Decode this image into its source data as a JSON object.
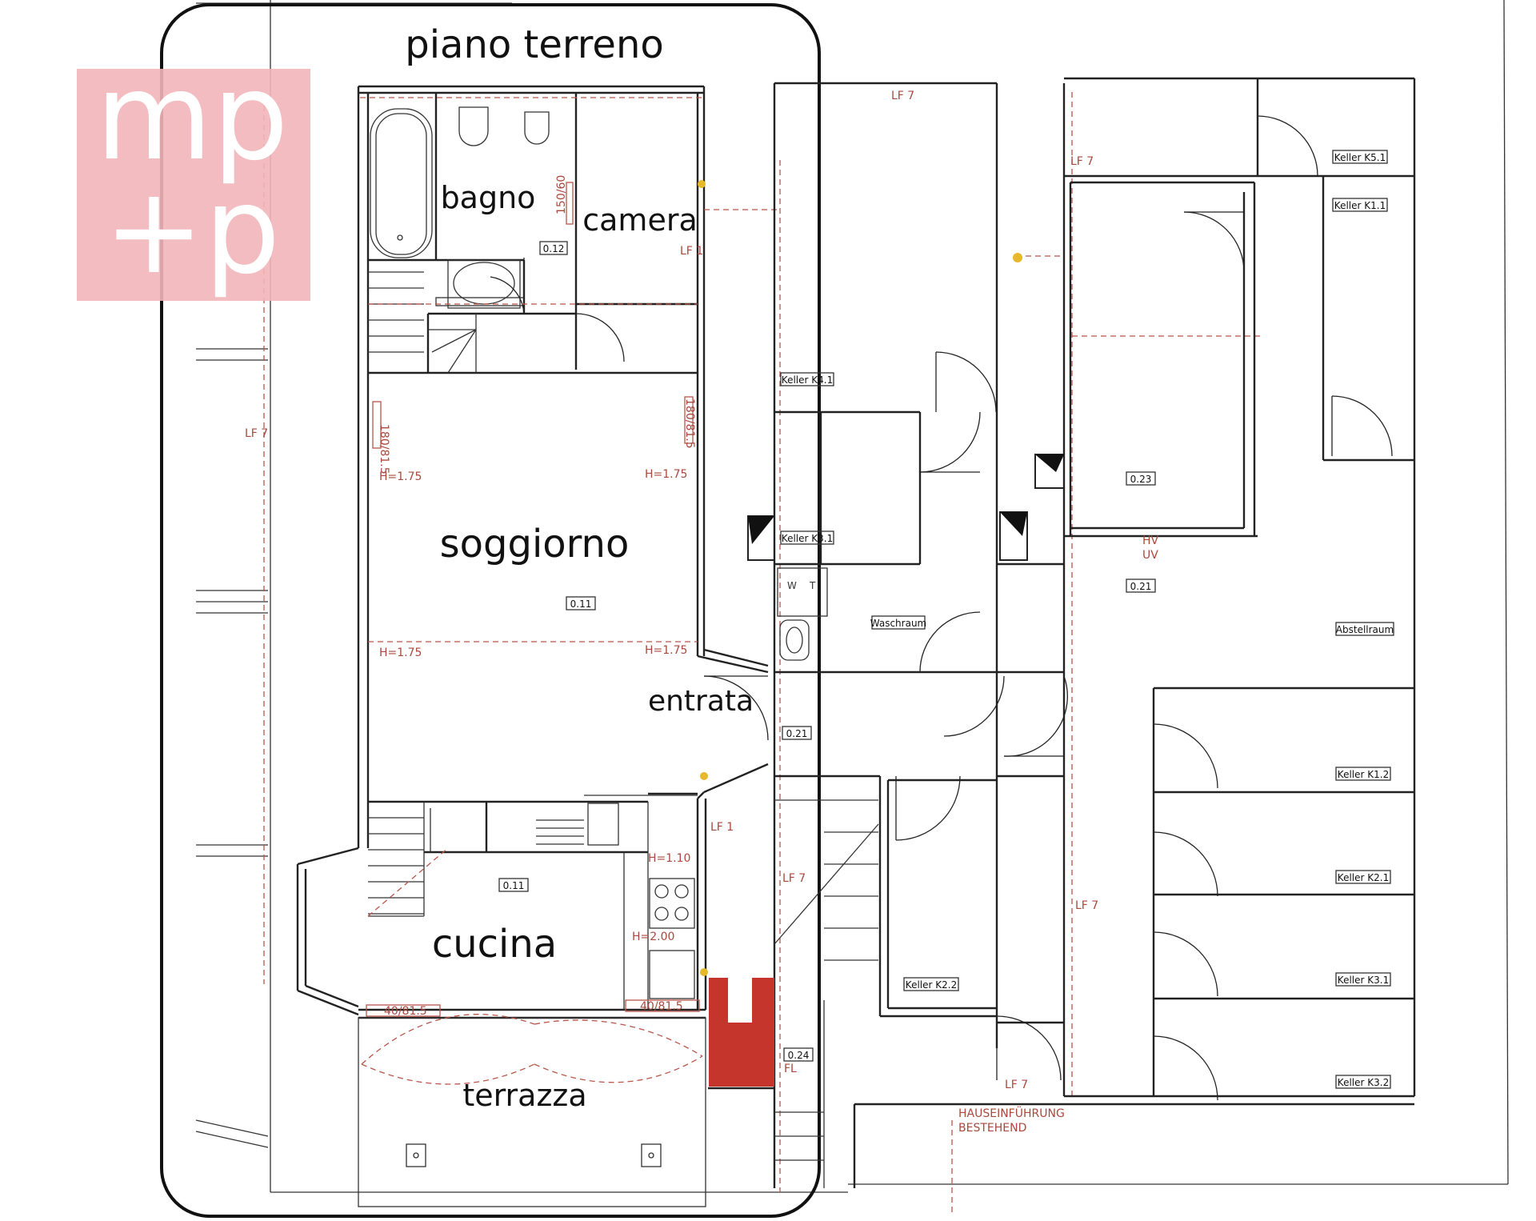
{
  "title": "piano terreno",
  "logo": {
    "text_top": "mp",
    "text_bottom": "+p",
    "color": "#f2b5b9"
  },
  "rooms": {
    "bagno": "bagno",
    "camera": "camera",
    "soggiorno": "soggiorno",
    "entrata": "entrata",
    "cucina": "cucina",
    "terrazza": "terrazza"
  },
  "room_numbers": {
    "bagno": "0.12",
    "soggiorno": "0.11",
    "cucina": "0.11",
    "entrata": "0.21",
    "k_023": "0.23",
    "k_021": "0.21",
    "k_024": "0.24"
  },
  "cellars": {
    "k51": "Keller K5.1",
    "k11": "Keller K1.1",
    "k41": "Keller K4.1",
    "k31_waschraum_top": "Keller K3.1",
    "waschraum": "Waschraum",
    "abstellraum": "Abstellraum",
    "k12": "Keller K1.2",
    "k21": "Keller K2.1",
    "k31": "Keller K3.1",
    "k32": "Keller K3.2",
    "k22": "Keller K2.2"
  },
  "annotations": {
    "h175_a": "H=1.75",
    "h175_b": "H=1.75",
    "h175_c": "H=1.75",
    "h175_d": "H=1.75",
    "h110": "H=1.10",
    "h200": "H=2.00",
    "win_left": "180/81.5",
    "win_right": "180/81.5",
    "win_bath": "150/60",
    "win_kitchen_l": "40/81.5",
    "win_kitchen_r": "40/81.5",
    "lf7_a": "LF 7",
    "lf7_b": "LF 7",
    "lf7_c": "LF 7",
    "lf7_d": "LF 7",
    "lf7_e": "LF 7",
    "lf7_f": "LF 7",
    "lf1_a": "LF 1",
    "lf1_b": "LF 1",
    "fl": "FL",
    "uv": "UV",
    "hv": "HV",
    "hausein_1": "HAUSEINFÜHRUNG",
    "hausein_2": "BESTEHEND",
    "w": "W",
    "t": "T"
  }
}
